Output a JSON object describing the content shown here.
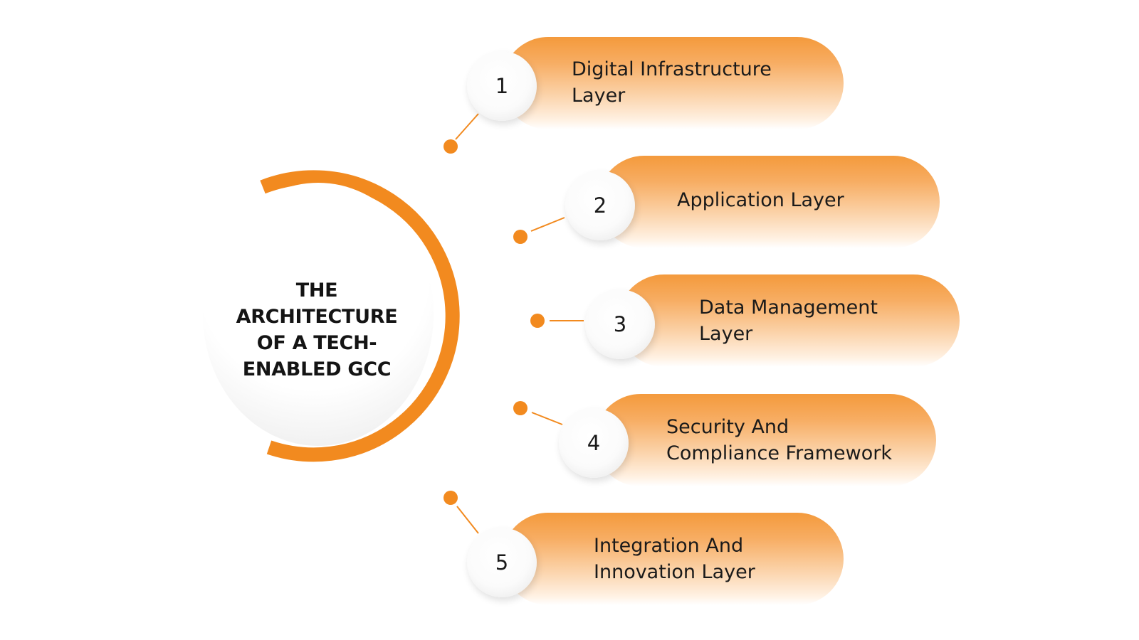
{
  "hub": {
    "title": "THE\nARCHITECTURE\nOF A TECH-\nENABLED GCC"
  },
  "layers": [
    {
      "number": "1",
      "label": "Digital Infrastructure\nLayer"
    },
    {
      "number": "2",
      "label": "Application Layer"
    },
    {
      "number": "3",
      "label": "Data Management\nLayer"
    },
    {
      "number": "4",
      "label": "Security And\nCompliance Framework"
    },
    {
      "number": "5",
      "label": "Integration And\nInnovation Layer"
    }
  ],
  "colors": {
    "accent": "#f28a1f",
    "text": "#1a1a1a"
  }
}
